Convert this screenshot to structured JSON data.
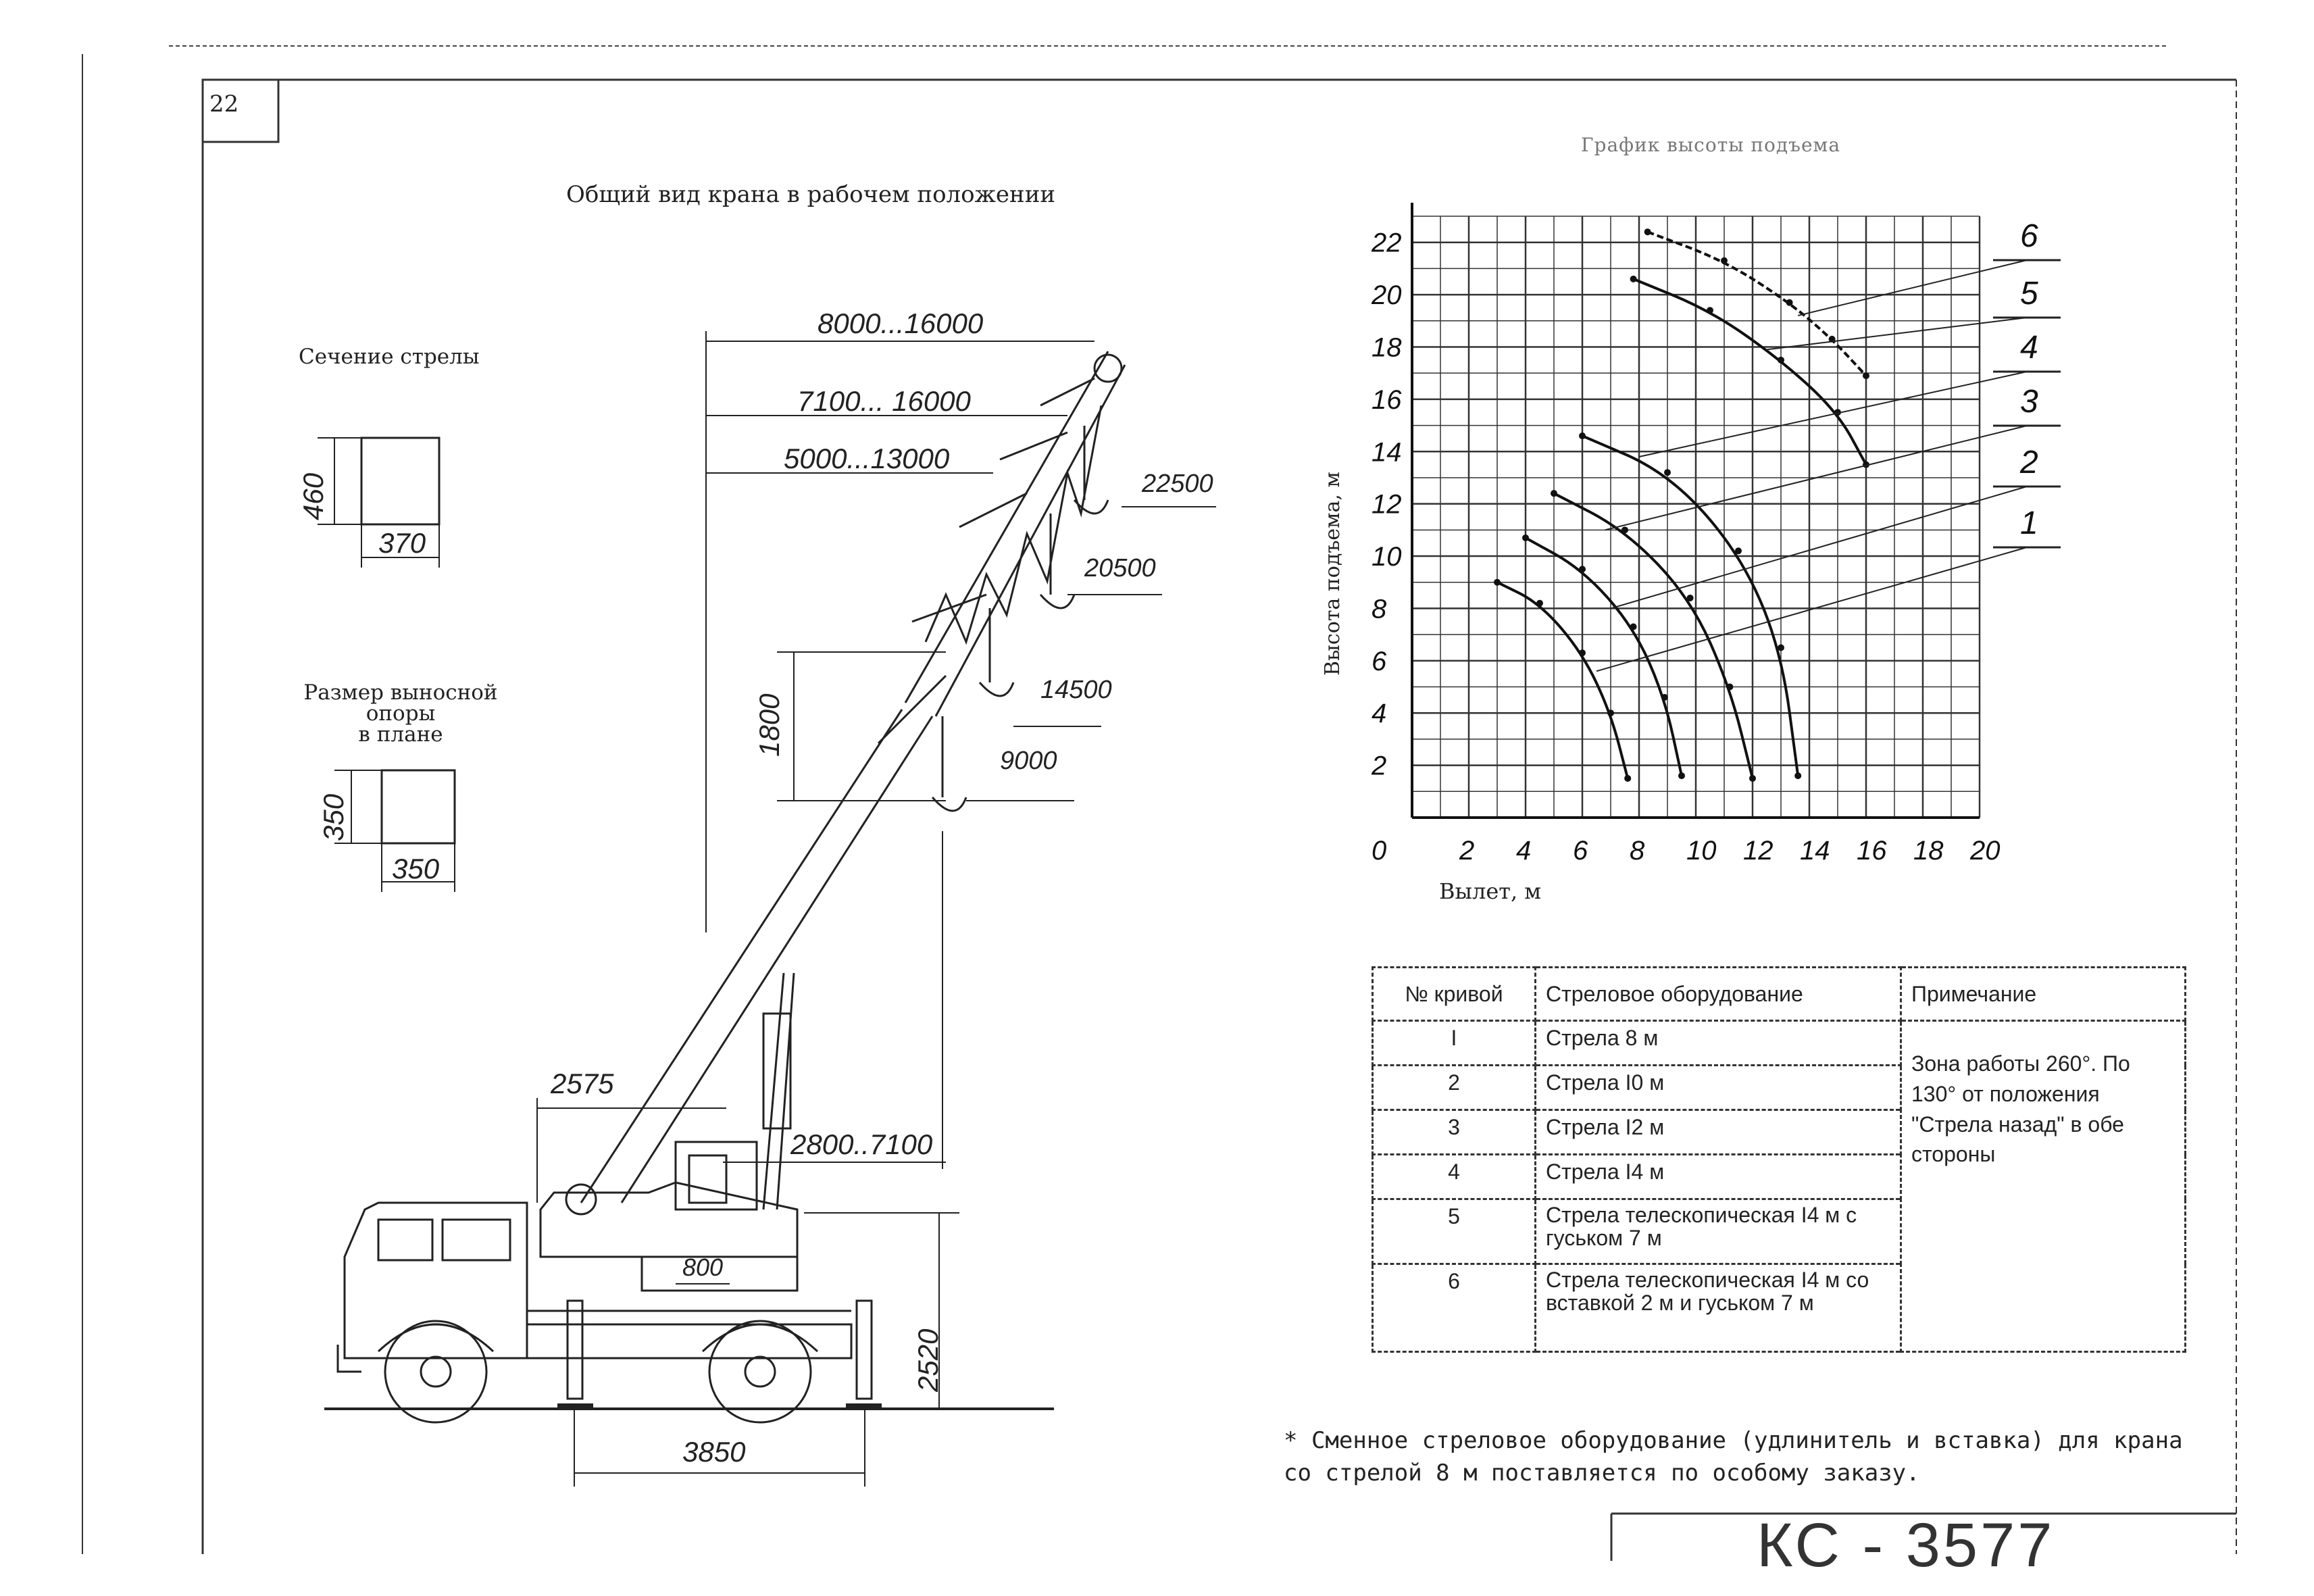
{
  "page_number": "22",
  "titles": {
    "general_view": "Общий вид крана в рабочем положении",
    "boom_section": "Сечение стрелы",
    "outrigger_line1": "Размер выносной опоры",
    "outrigger_line2": "в плане"
  },
  "boom_section_dims": {
    "height": "460",
    "width": "370"
  },
  "outrigger_dims": {
    "height": "350",
    "width": "350"
  },
  "crane_dims": {
    "reach_1": "8000...16000",
    "reach_2": "7100... 16000",
    "reach_3": "5000...13000",
    "hook_1": "22500",
    "hook_2": "20500",
    "hook_3": "14500",
    "hook_4": "9000",
    "vertical": "1800",
    "rear": "2575",
    "reach_base": "2800..7100",
    "cab": "800",
    "height": "2520",
    "wheelbase": "3850"
  },
  "chart_data": {
    "type": "line",
    "title": "График высоты подъема",
    "xlabel": "Вылет, м",
    "ylabel": "Высота подъема, м",
    "xlim": [
      0,
      20
    ],
    "ylim": [
      0,
      23
    ],
    "x_ticks": [
      "0",
      "2",
      "4",
      "6",
      "8",
      "10",
      "12",
      "14",
      "16",
      "18",
      "20"
    ],
    "y_ticks": [
      "2",
      "4",
      "6",
      "8",
      "10",
      "12",
      "14",
      "16",
      "18",
      "20",
      "22"
    ],
    "grid": true,
    "series": [
      {
        "name": "1",
        "points": [
          [
            3,
            9.0
          ],
          [
            4.5,
            8.2
          ],
          [
            6,
            6.3
          ],
          [
            7,
            4.0
          ],
          [
            7.6,
            1.5
          ]
        ]
      },
      {
        "name": "2",
        "points": [
          [
            4,
            10.7
          ],
          [
            6,
            9.5
          ],
          [
            7.8,
            7.3
          ],
          [
            8.9,
            4.6
          ],
          [
            9.5,
            1.6
          ]
        ]
      },
      {
        "name": "3",
        "points": [
          [
            5,
            12.4
          ],
          [
            7.5,
            11.0
          ],
          [
            9.8,
            8.4
          ],
          [
            11.2,
            5.0
          ],
          [
            12,
            1.5
          ]
        ]
      },
      {
        "name": "4",
        "points": [
          [
            6,
            14.6
          ],
          [
            9,
            13.2
          ],
          [
            11.5,
            10.2
          ],
          [
            13,
            6.5
          ],
          [
            13.6,
            1.6
          ]
        ]
      },
      {
        "name": "5",
        "points": [
          [
            7.8,
            20.6
          ],
          [
            10.5,
            19.4
          ],
          [
            13,
            17.5
          ],
          [
            15,
            15.5
          ],
          [
            16,
            13.5
          ]
        ]
      },
      {
        "name": "6",
        "points": [
          [
            8.3,
            22.4
          ],
          [
            11,
            21.3
          ],
          [
            13.3,
            19.7
          ],
          [
            14.8,
            18.3
          ],
          [
            16,
            16.9
          ]
        ]
      }
    ]
  },
  "table": {
    "headers": [
      "№ кривой",
      "Стреловое оборудование",
      "Примечание"
    ],
    "rows": [
      {
        "num": "I",
        "equipment": "Стрела 8 м"
      },
      {
        "num": "2",
        "equipment": "Стрела I0 м"
      },
      {
        "num": "3",
        "equipment": "Стрела I2 м"
      },
      {
        "num": "4",
        "equipment": "Стрела I4 м"
      },
      {
        "num": "5",
        "equipment": "Стрела телескопическая I4 м с гуськом 7 м"
      },
      {
        "num": "6",
        "equipment": "Стрела телескопическая I4 м со вставкой 2 м и гуськом 7 м"
      }
    ],
    "note": "Зона работы 260°. По 130° от положения \"Стрела назад\" в обе стороны"
  },
  "footnote": "* Сменное стреловое оборудование (удлинитель и вставка) для крана со стрелой 8 м поставляется по особому заказу.",
  "stamp": "КС - 3577"
}
